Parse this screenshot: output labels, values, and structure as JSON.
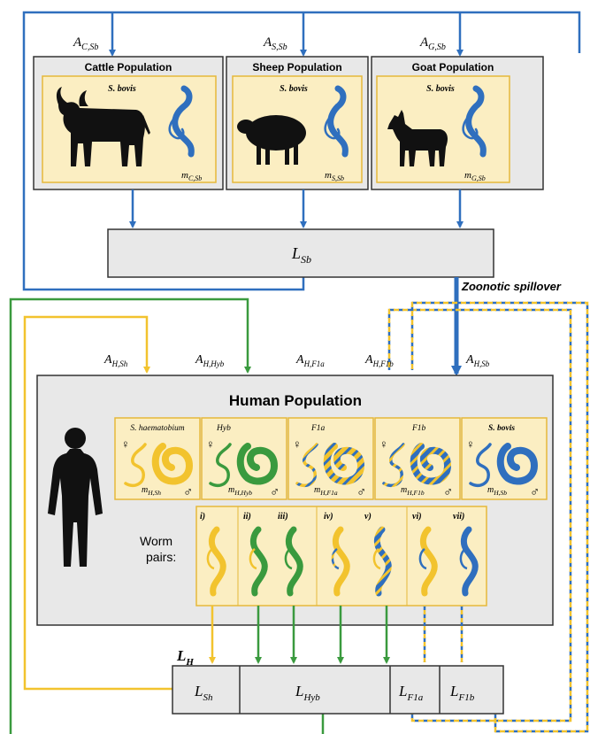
{
  "colors": {
    "blue": "#2f6fbe",
    "green": "#3a9a3e",
    "yellow": "#f2c32e",
    "panel_fill": "#fbeec2",
    "panel_border": "#e6b83a",
    "box_fill": "#e8e8e8",
    "box_border": "#333333",
    "silhouette": "#111111"
  },
  "animal": {
    "inputs": [
      {
        "base": "A",
        "sub": "C,Sb"
      },
      {
        "base": "A",
        "sub": "S,Sb"
      },
      {
        "base": "A",
        "sub": "G,Sb"
      }
    ],
    "populations": [
      {
        "title": "Cattle Population",
        "species": "S. bovis",
        "m_base": "m",
        "m_sub": "C,Sb",
        "icon": "cow-silhouette"
      },
      {
        "title": "Sheep Population",
        "species": "S. bovis",
        "m_base": "m",
        "m_sub": "S,Sb",
        "icon": "sheep-silhouette"
      },
      {
        "title": "Goat Population",
        "species": "S. bovis",
        "m_base": "m",
        "m_sub": "G,Sb",
        "icon": "goat-silhouette"
      }
    ],
    "reservoir": {
      "base": "L",
      "sub": "Sb"
    }
  },
  "spillover_label": "Zoonotic spillover",
  "human": {
    "inputs": [
      {
        "base": "A",
        "sub": "H,Sh"
      },
      {
        "base": "A",
        "sub": "H,Hyb"
      },
      {
        "base": "A",
        "sub": "H,F1a"
      },
      {
        "base": "A",
        "sub": "H,F1b"
      },
      {
        "base": "A",
        "sub": "H,Sb"
      }
    ],
    "title": "Human Population",
    "female_symbol": "♀",
    "male_symbol": "♂",
    "species": [
      {
        "name": "S. haematobium",
        "m_base": "m",
        "m_sub": "H,Sh"
      },
      {
        "name": "Hyb",
        "m_base": "m",
        "m_sub": "H,Hyb"
      },
      {
        "name": "F1a",
        "m_base": "m",
        "m_sub": "H,F1a"
      },
      {
        "name": "F1b",
        "m_base": "m",
        "m_sub": "H,F1b"
      },
      {
        "name": "S. bovis",
        "m_base": "m",
        "m_sub": "H,Sb"
      }
    ],
    "worm_pairs_label_1": "Worm",
    "worm_pairs_label_2": "pairs:",
    "pairs": [
      "i)",
      "ii)",
      "iii)",
      "iv)",
      "v)",
      "vi)",
      "vii)"
    ]
  },
  "reservoirs": {
    "group": {
      "base": "L",
      "sub": "H"
    },
    "cells": [
      {
        "base": "L",
        "sub": "Sh"
      },
      {
        "base": "L",
        "sub": "Hyb"
      },
      {
        "base": "L",
        "sub": "F1a"
      },
      {
        "base": "L",
        "sub": "F1b"
      }
    ]
  }
}
